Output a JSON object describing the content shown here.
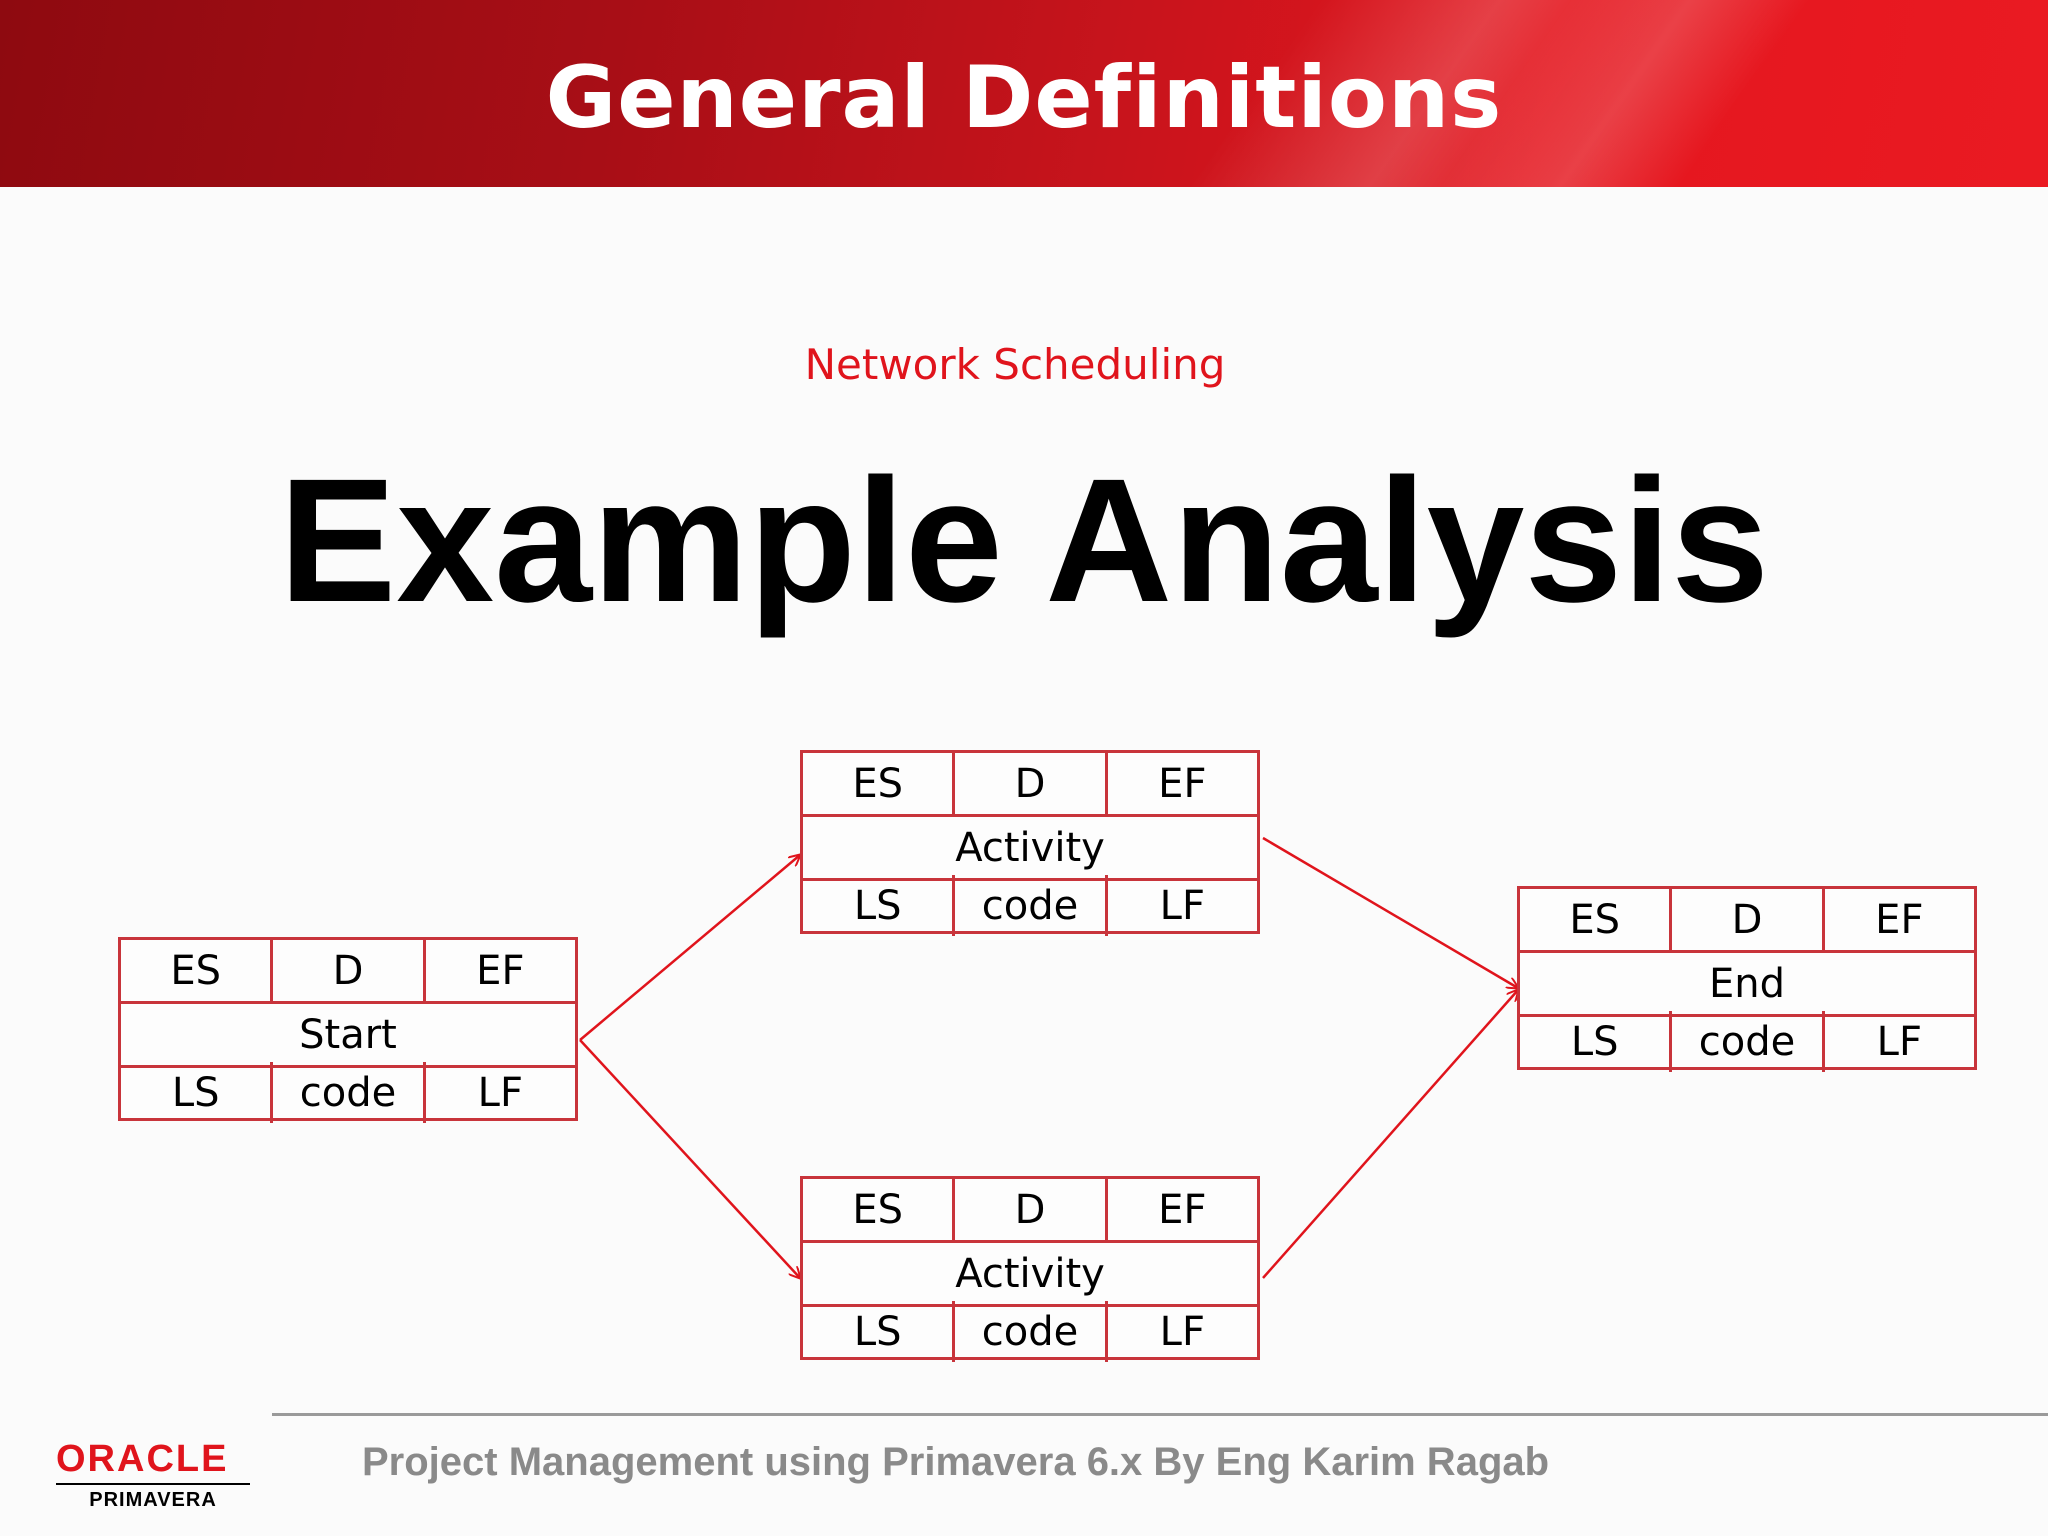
{
  "header": {
    "title": "General Definitions"
  },
  "subtitle": "Network Scheduling",
  "main_title": "Example Analysis",
  "nodes": {
    "start": {
      "es": "ES",
      "d": "D",
      "ef": "EF",
      "name": "Start",
      "ls": "LS",
      "code": "code",
      "lf": "LF"
    },
    "activity1": {
      "es": "ES",
      "d": "D",
      "ef": "EF",
      "name": "Activity",
      "ls": "LS",
      "code": "code",
      "lf": "LF"
    },
    "activity2": {
      "es": "ES",
      "d": "D",
      "ef": "EF",
      "name": "Activity",
      "ls": "LS",
      "code": "code",
      "lf": "LF"
    },
    "end": {
      "es": "ES",
      "d": "D",
      "ef": "EF",
      "name": "End",
      "ls": "LS",
      "code": "code",
      "lf": "LF"
    }
  },
  "colors": {
    "header_red": "#c8141c",
    "accent_red": "#e0141c",
    "node_border": "#c8343b",
    "arrow": "#e0141c"
  },
  "footer": {
    "logo_brand": "ORACLE",
    "logo_product": "PRIMAVERA",
    "text": "Project Management using Primavera 6.x By Eng Karim Ragab"
  }
}
